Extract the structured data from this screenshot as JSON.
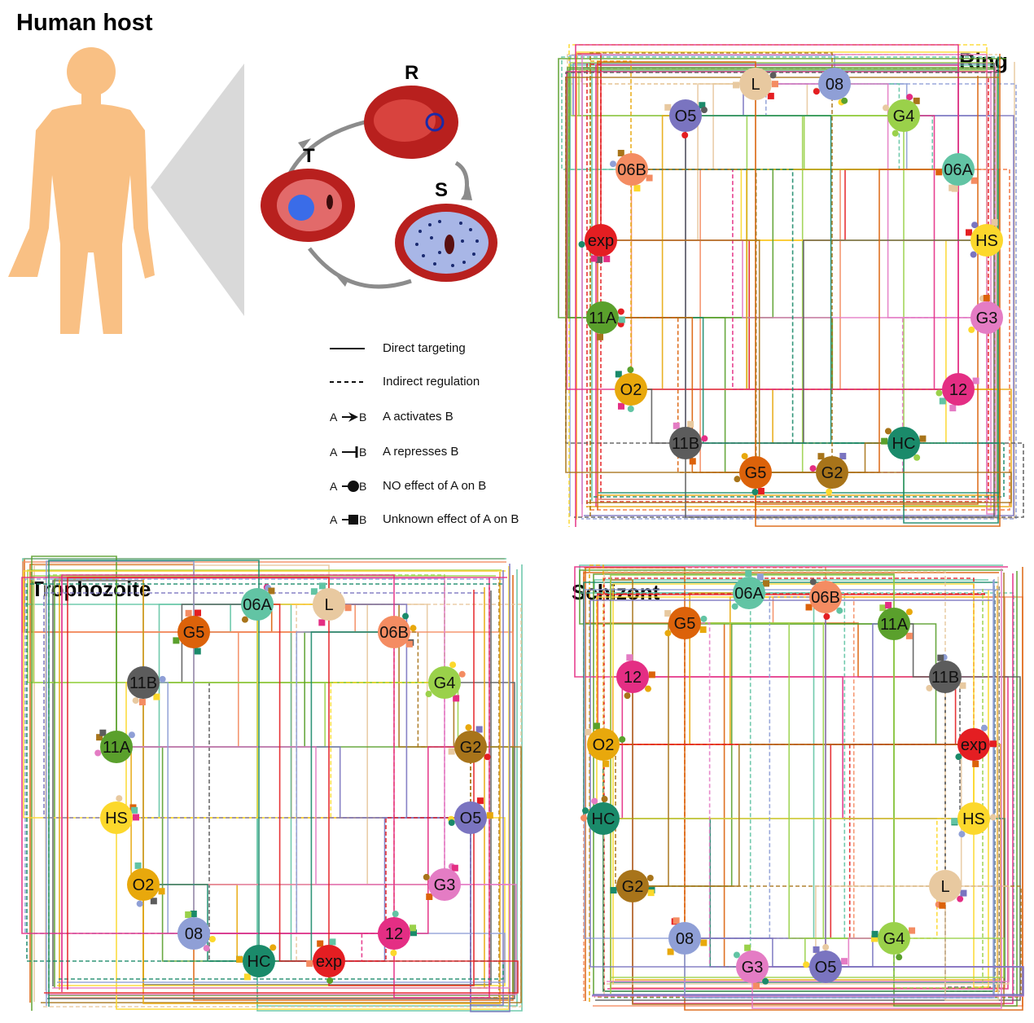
{
  "titles": {
    "host": "Human host",
    "ring": "Ring",
    "trophozoite": "Trophozoite",
    "schizont": "Schizont"
  },
  "lifecycle": {
    "r": "R",
    "t": "T",
    "s": "S"
  },
  "legend": {
    "direct": "Direct targeting",
    "indirect": "Indirect regulation",
    "activates": "A activates B",
    "represses": "A represses B",
    "no_effect": "NO effect of A on B",
    "unknown": "Unknown effect of A on B",
    "glyph_a": "A",
    "glyph_b": "B"
  },
  "colors": {
    "skin": "#f9c084",
    "cell": "#b8201e",
    "arrow": "#8c8c8c"
  },
  "networks": {
    "ring": [
      {
        "label": "L",
        "color": "#e8c9a0"
      },
      {
        "label": "08",
        "color": "#8f9fd6"
      },
      {
        "label": "O5",
        "color": "#7a74c0"
      },
      {
        "label": "G4",
        "color": "#9ad14a"
      },
      {
        "label": "06B",
        "color": "#f48c62"
      },
      {
        "label": "06A",
        "color": "#62c4a4"
      },
      {
        "label": "exp",
        "color": "#e41e22"
      },
      {
        "label": "HS",
        "color": "#fcd82c"
      },
      {
        "label": "11A",
        "color": "#5aa02c"
      },
      {
        "label": "G3",
        "color": "#e47cc4"
      },
      {
        "label": "O2",
        "color": "#e8a80c"
      },
      {
        "label": "12",
        "color": "#e42e84"
      },
      {
        "label": "11B",
        "color": "#5c5c5c"
      },
      {
        "label": "HC",
        "color": "#1a8a6a"
      },
      {
        "label": "G5",
        "color": "#dc620a"
      },
      {
        "label": "G2",
        "color": "#a8741a"
      }
    ],
    "trophozoite": [
      {
        "label": "G5",
        "color": "#dc620a"
      },
      {
        "label": "06A",
        "color": "#62c4a4"
      },
      {
        "label": "L",
        "color": "#e8c9a0"
      },
      {
        "label": "06B",
        "color": "#f48c62"
      },
      {
        "label": "11B",
        "color": "#5c5c5c"
      },
      {
        "label": "G4",
        "color": "#9ad14a"
      },
      {
        "label": "11A",
        "color": "#5aa02c"
      },
      {
        "label": "G2",
        "color": "#a8741a"
      },
      {
        "label": "HS",
        "color": "#fcd82c"
      },
      {
        "label": "O5",
        "color": "#7a74c0"
      },
      {
        "label": "O2",
        "color": "#e8a80c"
      },
      {
        "label": "G3",
        "color": "#e47cc4"
      },
      {
        "label": "08",
        "color": "#8f9fd6"
      },
      {
        "label": "12",
        "color": "#e42e84"
      },
      {
        "label": "HC",
        "color": "#1a8a6a"
      },
      {
        "label": "exp",
        "color": "#e41e22"
      }
    ],
    "schizont": [
      {
        "label": "06A",
        "color": "#62c4a4"
      },
      {
        "label": "06B",
        "color": "#f48c62"
      },
      {
        "label": "G5",
        "color": "#dc620a"
      },
      {
        "label": "11A",
        "color": "#5aa02c"
      },
      {
        "label": "12",
        "color": "#e42e84"
      },
      {
        "label": "11B",
        "color": "#5c5c5c"
      },
      {
        "label": "O2",
        "color": "#e8a80c"
      },
      {
        "label": "exp",
        "color": "#e41e22"
      },
      {
        "label": "HC",
        "color": "#1a8a6a"
      },
      {
        "label": "HS",
        "color": "#fcd82c"
      },
      {
        "label": "G2",
        "color": "#a8741a"
      },
      {
        "label": "L",
        "color": "#e8c9a0"
      },
      {
        "label": "08",
        "color": "#8f9fd6"
      },
      {
        "label": "G4",
        "color": "#9ad14a"
      },
      {
        "label": "G3",
        "color": "#e47cc4"
      },
      {
        "label": "O5",
        "color": "#7a74c0"
      }
    ]
  }
}
